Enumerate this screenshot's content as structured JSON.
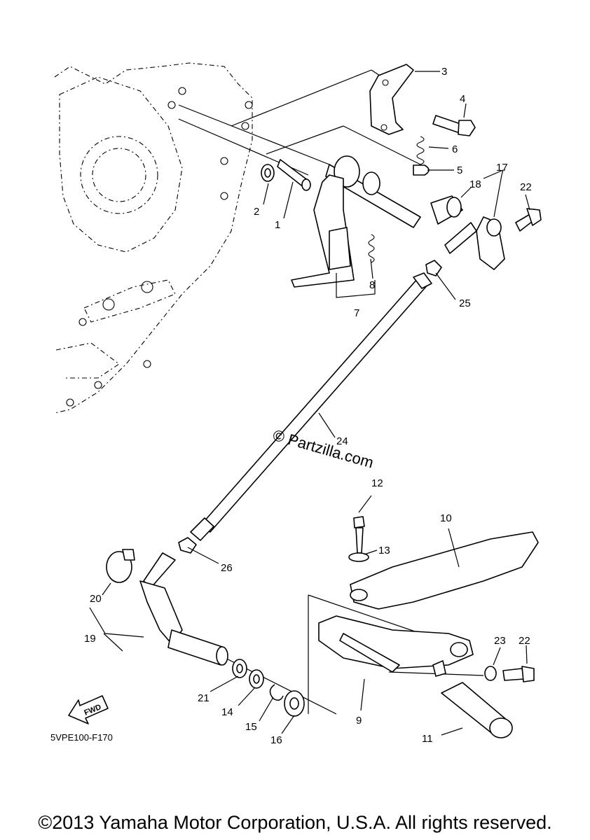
{
  "callouts": {
    "p1": "1",
    "p2": "2",
    "p3": "3",
    "p4": "4",
    "p5": "5",
    "p6": "6",
    "p7": "7",
    "p8": "8",
    "p9": "9",
    "p10": "10",
    "p11": "11",
    "p12": "12",
    "p13": "13",
    "p14": "14",
    "p15": "15",
    "p16": "16",
    "p17": "17",
    "p18": "18",
    "p19": "19",
    "p20": "20",
    "p21": "21",
    "p22a": "22",
    "p22b": "22",
    "p23": "23",
    "p24": "24",
    "p25": "25",
    "p26": "26"
  },
  "fwd_label": "FWD",
  "diagram_code": "5VPE100-F170",
  "watermark": "© Partzilla.com",
  "copyright": "©2013 Yamaha Motor Corporation, U.S.A. All rights reserved."
}
